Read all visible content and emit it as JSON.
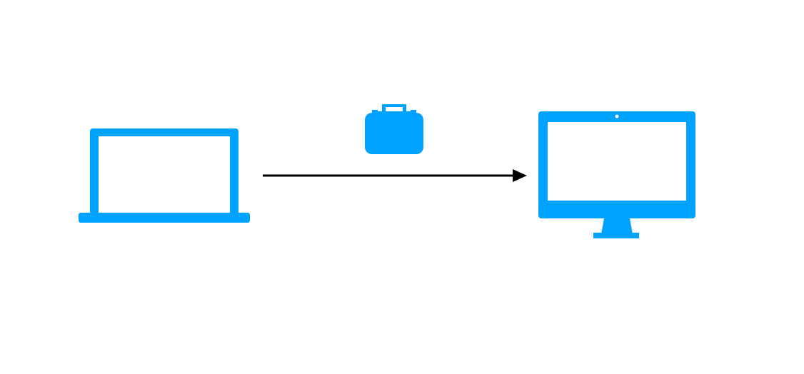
{
  "diagram": {
    "nodes": [
      {
        "id": "source",
        "icon": "laptop-icon"
      },
      {
        "id": "payload",
        "icon": "briefcase-icon"
      },
      {
        "id": "target",
        "icon": "desktop-monitor-icon"
      }
    ],
    "edges": [
      {
        "from": "source",
        "to": "target",
        "icon": "arrow-right-icon"
      }
    ]
  },
  "colors": {
    "icon": "#00A2FF",
    "arrow": "#000000",
    "background": "#FFFFFF"
  }
}
